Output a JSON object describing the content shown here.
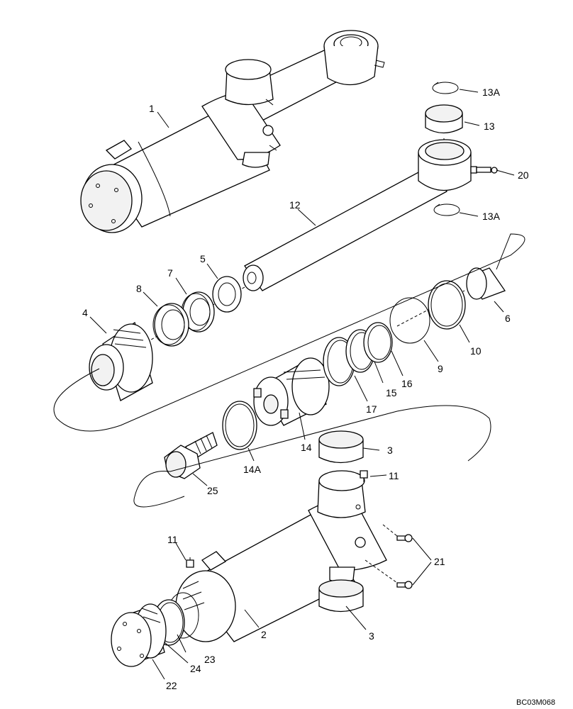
{
  "drawing_code": "BC03M068",
  "callouts": [
    {
      "id": "c1",
      "text": "1"
    },
    {
      "id": "c2",
      "text": "2"
    },
    {
      "id": "c3a",
      "text": "3"
    },
    {
      "id": "c3b",
      "text": "3"
    },
    {
      "id": "c4",
      "text": "4"
    },
    {
      "id": "c5",
      "text": "5"
    },
    {
      "id": "c6",
      "text": "6"
    },
    {
      "id": "c7",
      "text": "7"
    },
    {
      "id": "c8",
      "text": "8"
    },
    {
      "id": "c9",
      "text": "9"
    },
    {
      "id": "c10",
      "text": "10"
    },
    {
      "id": "c11a",
      "text": "11"
    },
    {
      "id": "c11b",
      "text": "11"
    },
    {
      "id": "c12",
      "text": "12"
    },
    {
      "id": "c13",
      "text": "13"
    },
    {
      "id": "c13Aa",
      "text": "13A"
    },
    {
      "id": "c13Ab",
      "text": "13A"
    },
    {
      "id": "c14",
      "text": "14"
    },
    {
      "id": "c14A",
      "text": "14A"
    },
    {
      "id": "c15",
      "text": "15"
    },
    {
      "id": "c16",
      "text": "16"
    },
    {
      "id": "c17",
      "text": "17"
    },
    {
      "id": "c20",
      "text": "20"
    },
    {
      "id": "c21",
      "text": "21"
    },
    {
      "id": "c22",
      "text": "22"
    },
    {
      "id": "c23",
      "text": "23"
    },
    {
      "id": "c24",
      "text": "24"
    },
    {
      "id": "c25",
      "text": "25"
    }
  ]
}
